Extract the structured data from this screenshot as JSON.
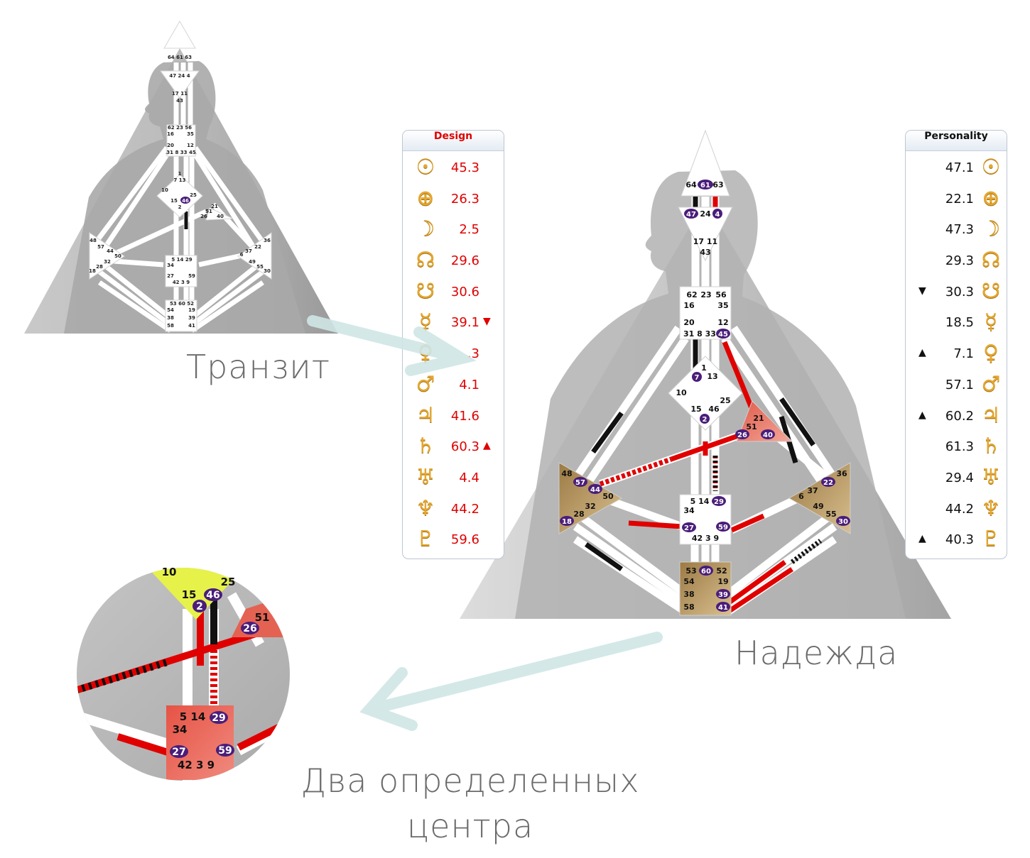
{
  "captions": {
    "transit": "Транзит",
    "nadezhda": "Надежда",
    "two_centers_line1": "Два определенных",
    "two_centers_line2": "центра"
  },
  "design": {
    "header": "Design",
    "color": "#e00000",
    "rows": [
      {
        "planet": "sun-icon",
        "glyph": "☉",
        "value": "45.3",
        "mark": ""
      },
      {
        "planet": "earth-icon",
        "glyph": "⊕",
        "value": "26.3",
        "mark": ""
      },
      {
        "planet": "moon-icon",
        "glyph": "☽",
        "value": "2.5",
        "mark": ""
      },
      {
        "planet": "north-node-icon",
        "glyph": "☊",
        "value": "29.6",
        "mark": ""
      },
      {
        "planet": "south-node-icon",
        "glyph": "☋",
        "value": "30.6",
        "mark": ""
      },
      {
        "planet": "mercury-icon",
        "glyph": "☿",
        "value": "39.1",
        "mark": "▼"
      },
      {
        "planet": "venus-icon",
        "glyph": "♀",
        "value": ".3",
        "mark": ""
      },
      {
        "planet": "mars-icon",
        "glyph": "♂",
        "value": "4.1",
        "mark": ""
      },
      {
        "planet": "jupiter-icon",
        "glyph": "♃",
        "value": "41.6",
        "mark": ""
      },
      {
        "planet": "saturn-icon",
        "glyph": "♄",
        "value": "60.3",
        "mark": "▲"
      },
      {
        "planet": "uranus-icon",
        "glyph": "♅",
        "value": "4.4",
        "mark": ""
      },
      {
        "planet": "neptune-icon",
        "glyph": "♆",
        "value": "44.2",
        "mark": ""
      },
      {
        "planet": "pluto-icon",
        "glyph": "♇",
        "value": "59.6",
        "mark": ""
      }
    ]
  },
  "personality": {
    "header": "Personality",
    "rows": [
      {
        "planet": "sun-icon",
        "glyph": "☉",
        "value": "47.1",
        "mark": ""
      },
      {
        "planet": "earth-icon",
        "glyph": "⊕",
        "value": "22.1",
        "mark": ""
      },
      {
        "planet": "moon-icon",
        "glyph": "☽",
        "value": "47.3",
        "mark": ""
      },
      {
        "planet": "north-node-icon",
        "glyph": "☊",
        "value": "29.3",
        "mark": ""
      },
      {
        "planet": "south-node-icon",
        "glyph": "☋",
        "value": "30.3",
        "mark": "▼"
      },
      {
        "planet": "mercury-icon",
        "glyph": "☿",
        "value": "18.5",
        "mark": ""
      },
      {
        "planet": "venus-icon",
        "glyph": "♀",
        "value": "7.1",
        "mark": "▲"
      },
      {
        "planet": "mars-icon",
        "glyph": "♂",
        "value": "57.1",
        "mark": ""
      },
      {
        "planet": "jupiter-icon",
        "glyph": "♃",
        "value": "60.2",
        "mark": "▲"
      },
      {
        "planet": "saturn-icon",
        "glyph": "♄",
        "value": "61.3",
        "mark": ""
      },
      {
        "planet": "uranus-icon",
        "glyph": "♅",
        "value": "29.4",
        "mark": ""
      },
      {
        "planet": "neptune-icon",
        "glyph": "♆",
        "value": "44.2",
        "mark": ""
      },
      {
        "planet": "pluto-icon",
        "glyph": "♇",
        "value": "40.3",
        "mark": "▲"
      }
    ]
  },
  "transit_chart": {
    "gates": {
      "head": [
        "64 61 63"
      ],
      "ajna": [
        "47 24 4",
        "17 11",
        "43"
      ],
      "throat": [
        "62 23 56",
        "16",
        "35",
        "20",
        "12",
        "31 8 33 45"
      ],
      "g": [
        "1",
        "7  13",
        "10",
        "15",
        "2",
        "25"
      ],
      "ego": [
        "21",
        "51",
        "26",
        "40"
      ],
      "spleen": [
        "48",
        "57",
        "44",
        "50",
        "32",
        "28",
        "18"
      ],
      "sacral": [
        "5 14 29",
        "34",
        "27",
        "59",
        "42 3 9"
      ],
      "solar": [
        "36",
        "22",
        "6",
        "37",
        "49",
        "55",
        "30"
      ],
      "root": [
        "53 60 52",
        "54",
        "19",
        "38",
        "39",
        "58",
        "41"
      ]
    },
    "active_gate": "46"
  },
  "nadezhda_chart": {
    "head": {
      "left": "64",
      "active": "61",
      "right": "63"
    },
    "ajna": {
      "active_left": "47",
      "mid": "24",
      "active_right": "4",
      "l2": "17 11",
      "l3": "43"
    },
    "throat": {
      "a": "62",
      "b": "23",
      "c": "56",
      "d": "16",
      "e": "35",
      "f": "20",
      "g": "12",
      "h": "31 8 33",
      "active": "45"
    },
    "g": {
      "t": "1",
      "active": "7",
      "r": "13",
      "l": "10",
      "rr": "25",
      "b1": "15",
      "b2": "46",
      "active2": "2"
    },
    "ego": {
      "t": "21",
      "m": "51",
      "active1": "26",
      "active2": "40"
    },
    "spleen": {
      "t": "48",
      "active1": "57",
      "active2": "44",
      "m": "50",
      "a": "32",
      "b": "28",
      "active3": "18"
    },
    "sacral": {
      "t": "5  14",
      "active1": "29",
      "l": "34",
      "active2": "27",
      "active3": "59",
      "b": "42  3  9"
    },
    "solar": {
      "t": "36",
      "active1": "22",
      "a": "6",
      "b": "37",
      "c": "49",
      "d": "55",
      "active2": "30"
    },
    "root": {
      "a": "53",
      "active1": "60",
      "b": "52",
      "c": "54",
      "d": "19",
      "e": "38",
      "active2": "39",
      "f": "58",
      "active3": "41"
    }
  },
  "zoom": {
    "g": {
      "a": "10",
      "b": "25",
      "c": "15",
      "active1": "46",
      "active2": "2"
    },
    "ego": {
      "a": "51",
      "active": "26"
    },
    "sacral": {
      "a": "5 14",
      "active1": "29",
      "b": "34",
      "active2": "27",
      "active3": "59",
      "c": "42  3  9"
    }
  },
  "colors": {
    "design": "#e00000",
    "arrow": "#cfe6e6",
    "active_gate": "#4a1d7a",
    "ego_center": "#f07a6a",
    "brown_center": "#b8935c",
    "g_center_zoom": "#e6f24a",
    "sacral_zoom": "#e65345"
  }
}
